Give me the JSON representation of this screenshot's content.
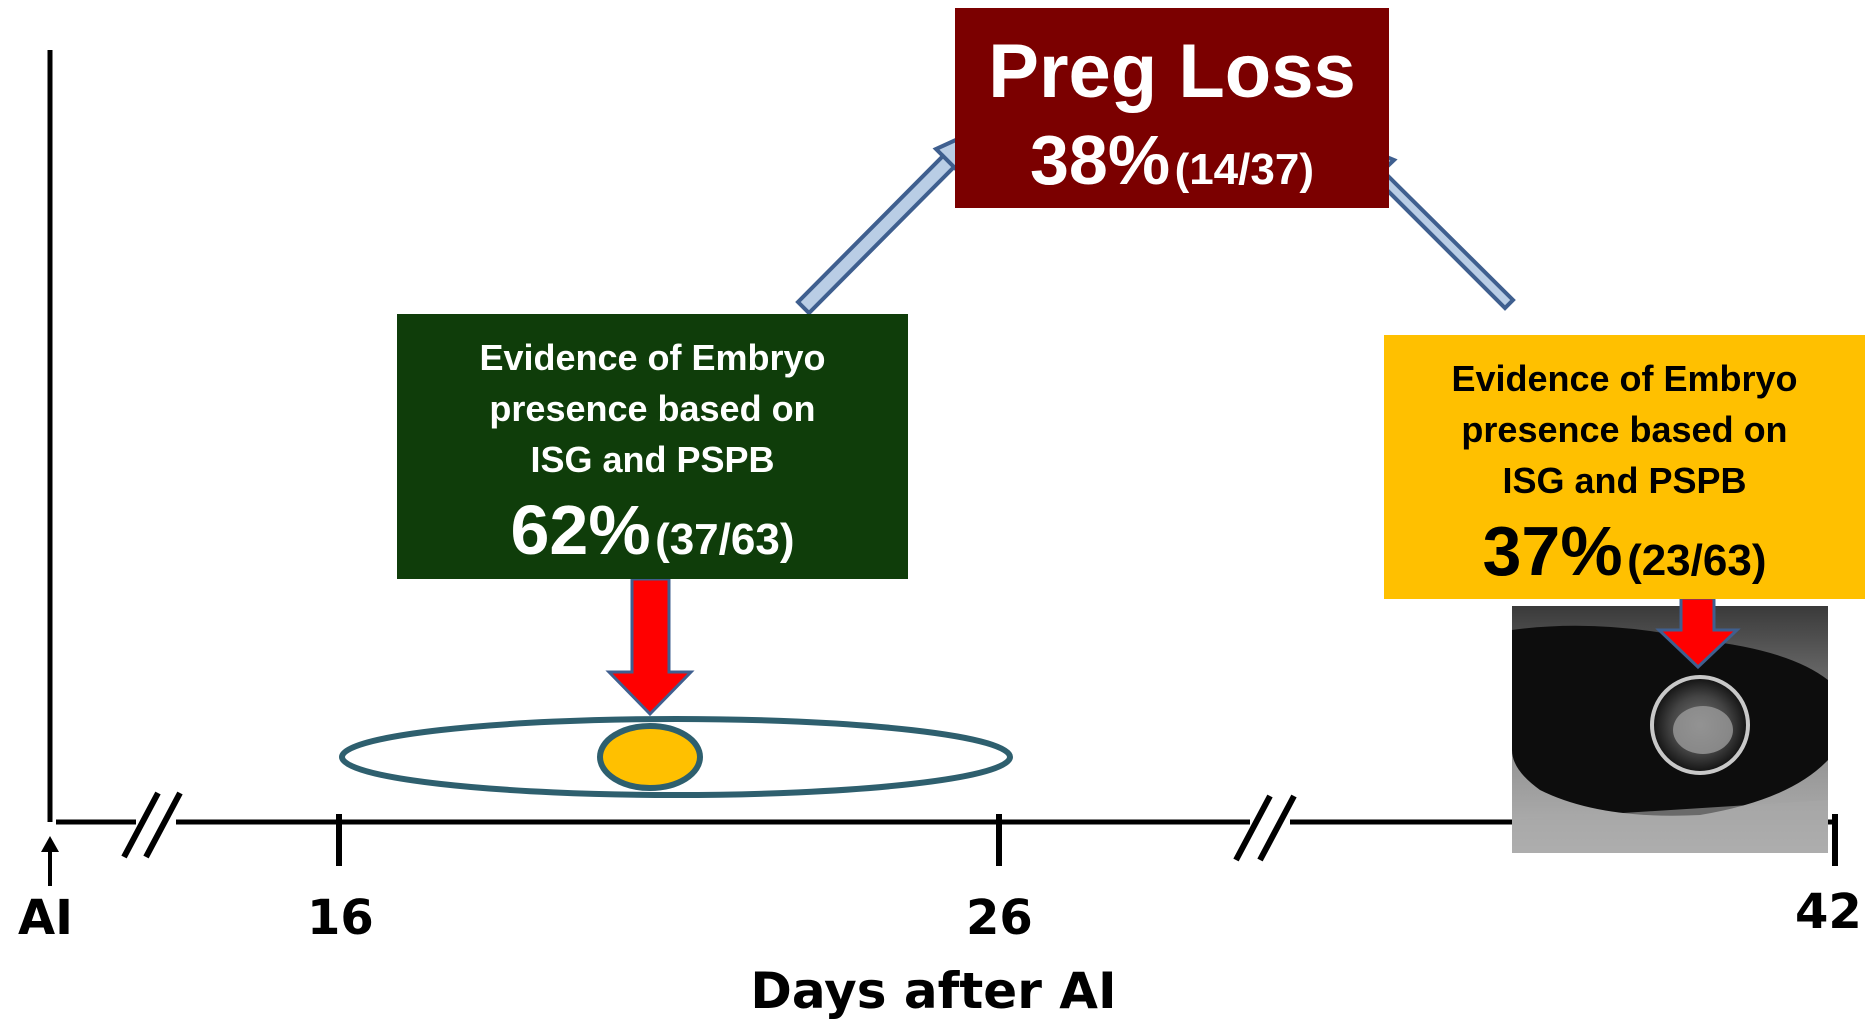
{
  "preg_loss": {
    "title": "Preg Loss",
    "percent": "38%",
    "ratio": "(14/37)",
    "color": "#7b0000"
  },
  "early_evidence": {
    "line1": "Evidence of Embryo",
    "line2": "presence based on",
    "line3": "ISG and PSPB",
    "percent": "62%",
    "ratio": "(37/63)",
    "color": "#0f3d0a"
  },
  "late_evidence": {
    "line1": "Evidence of Embryo",
    "line2": "presence based on",
    "line3": "ISG and PSPB",
    "percent": "37%",
    "ratio": "(23/63)",
    "color": "#ffc000"
  },
  "axis": {
    "title": "Days after AI",
    "ticks": [
      "AI",
      "16",
      "26",
      "42"
    ]
  },
  "colors": {
    "connector_arrow_fill": "#b9cde5",
    "connector_arrow_stroke": "#3f5f8f",
    "pointer_arrow_fill": "#ff0000",
    "embryo_fill": "#ffc000",
    "embryo_outline": "#2e5f6e"
  },
  "icons": [
    "ultrasound-image",
    "break-mark",
    "red-down-arrow",
    "blue-connector-arrow"
  ]
}
